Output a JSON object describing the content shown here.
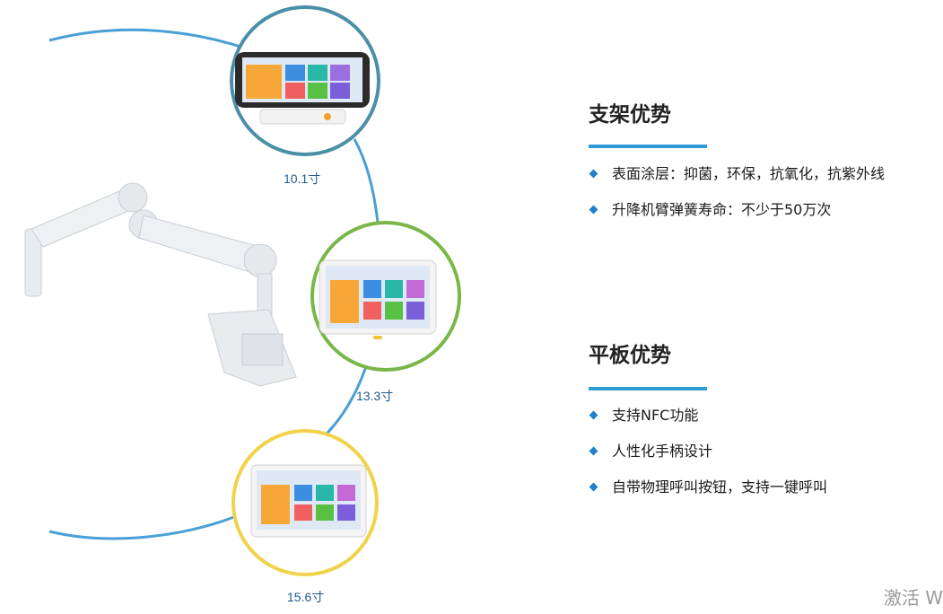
{
  "labels": {
    "size_small": "10.1寸",
    "size_medium": "13.3寸",
    "size_large": "15.6寸"
  },
  "stand_section": {
    "title": "支架优势",
    "items": [
      "表面涂层：抑菌，环保，抗氧化，抗紫外线",
      "升降机臂弹簧寿命：不少于50万次"
    ]
  },
  "tablet_section": {
    "title": "平板优势",
    "items": [
      "支持NFC功能",
      "人性化手柄设计",
      "自带物理呼叫按钮，支持一键呼叫"
    ]
  },
  "watermark": "激活 W",
  "colors": {
    "curve": "#4a9fd6",
    "ring_small": "#4a8fa8",
    "ring_medium": "#7ab648",
    "ring_large": "#f0d34a",
    "accent": "#2f9bd7"
  }
}
